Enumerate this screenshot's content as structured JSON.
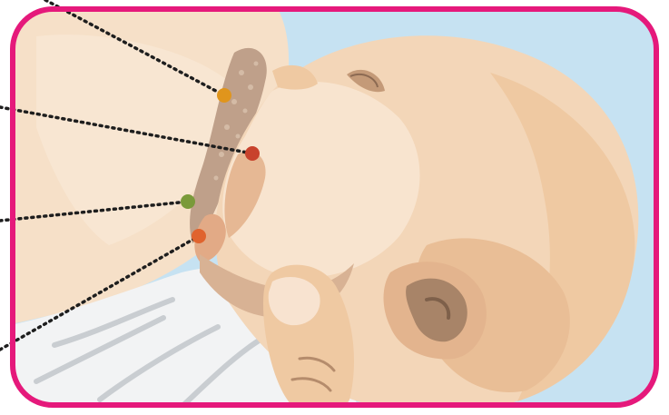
{
  "colors": {
    "frame": "#E5197B",
    "sky": "#C6E2F2",
    "skin_light": "#F6E0C8",
    "skin_mid": "#EFCBA8",
    "skin_shadow": "#E2B28A",
    "areola": "#BFA08A",
    "fabric": "#F2F3F4",
    "fabric_shadow": "#C9CDD1",
    "leader": "#1E1E1E"
  },
  "markers": [
    {
      "id": "marker-1",
      "color": "#E0951C"
    },
    {
      "id": "marker-2",
      "color": "#C8422C"
    },
    {
      "id": "marker-3",
      "color": "#7A9A3A"
    },
    {
      "id": "marker-4",
      "color": "#E0632E"
    }
  ]
}
